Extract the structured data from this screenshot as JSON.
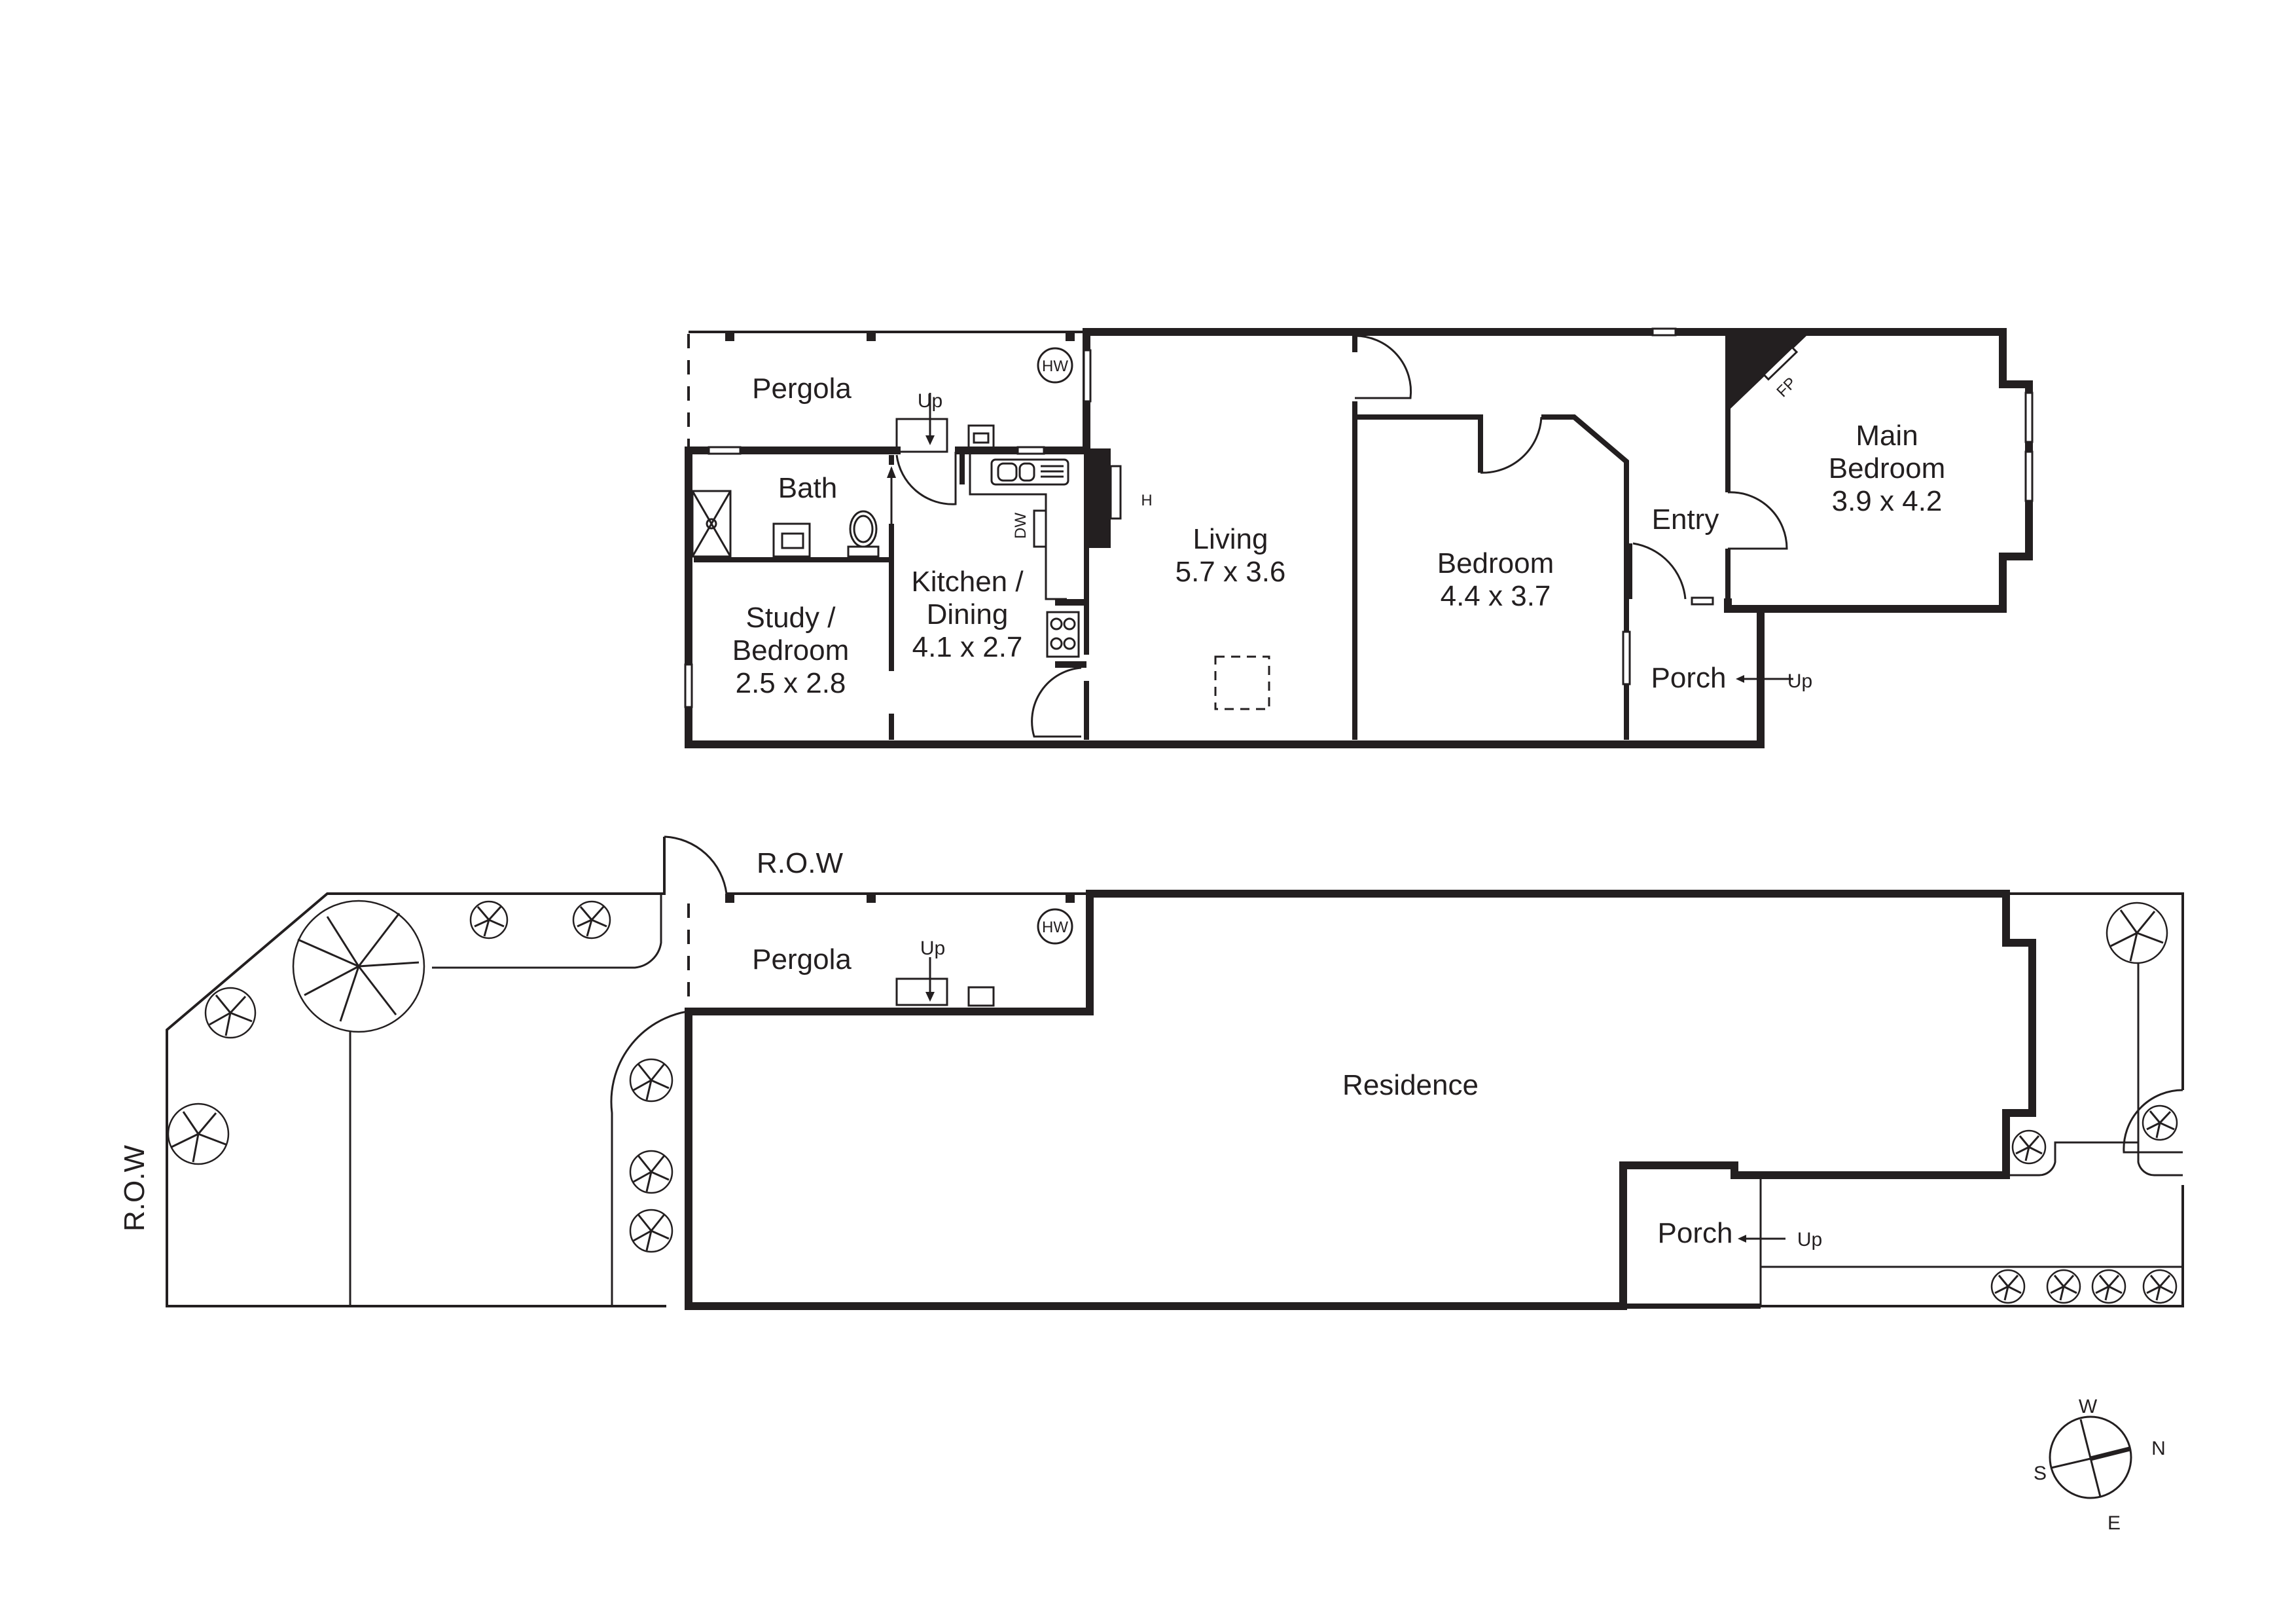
{
  "floor_plan": {
    "rooms": [
      {
        "id": "pergola",
        "name": "Pergola"
      },
      {
        "id": "bath",
        "name": "Bath"
      },
      {
        "id": "study",
        "name_line1": "Study /",
        "name_line2": "Bedroom",
        "dims": "2.5 x 2.8"
      },
      {
        "id": "kitchen",
        "name_line1": "Kitchen /",
        "name_line2": "Dining",
        "dims": "4.1 x 2.7"
      },
      {
        "id": "living",
        "name": "Living",
        "dims": "5.7 x 3.6"
      },
      {
        "id": "bedroom",
        "name": "Bedroom",
        "dims": "4.4 x 3.7"
      },
      {
        "id": "entry",
        "name": "Entry"
      },
      {
        "id": "main_bedroom",
        "name_line1": "Main",
        "name_line2": "Bedroom",
        "dims": "3.9 x 4.2"
      },
      {
        "id": "porch",
        "name": "Porch"
      }
    ],
    "annotations": {
      "hot_water": "HW",
      "up_rear": "Up",
      "up_front": "Up",
      "dishwasher": "DW",
      "heater": "H",
      "fireplace": "FP"
    }
  },
  "site_plan": {
    "row_top": "R.O.W",
    "row_side": "R.O.W",
    "pergola": "Pergola",
    "hot_water": "HW",
    "up_rear": "Up",
    "residence": "Residence",
    "porch": "Porch",
    "up_front": "Up"
  },
  "compass": {
    "north": "N",
    "south": "S",
    "east": "E",
    "west": "W"
  },
  "colors": {
    "ink": "#231f20",
    "background": "#ffffff"
  }
}
